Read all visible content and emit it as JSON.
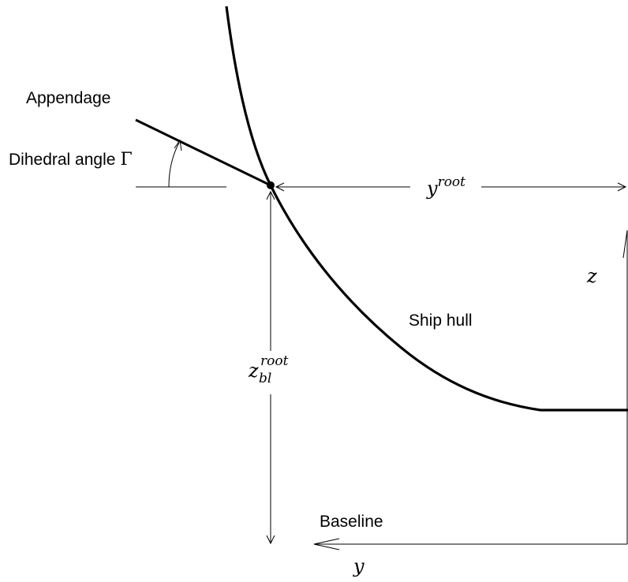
{
  "diagram": {
    "labels": {
      "appendage": "Appendage",
      "dihedral_text": "Dihedral angle",
      "dihedral_symbol": "Γ",
      "y_root_base": "y",
      "y_root_sup": "root",
      "z_bl_root_base": "z",
      "z_bl_root_sub": "bl",
      "z_bl_root_sup": "root",
      "z_axis": "z",
      "ship_hull": "Ship hull",
      "baseline": "Baseline",
      "y_axis": "y"
    }
  }
}
